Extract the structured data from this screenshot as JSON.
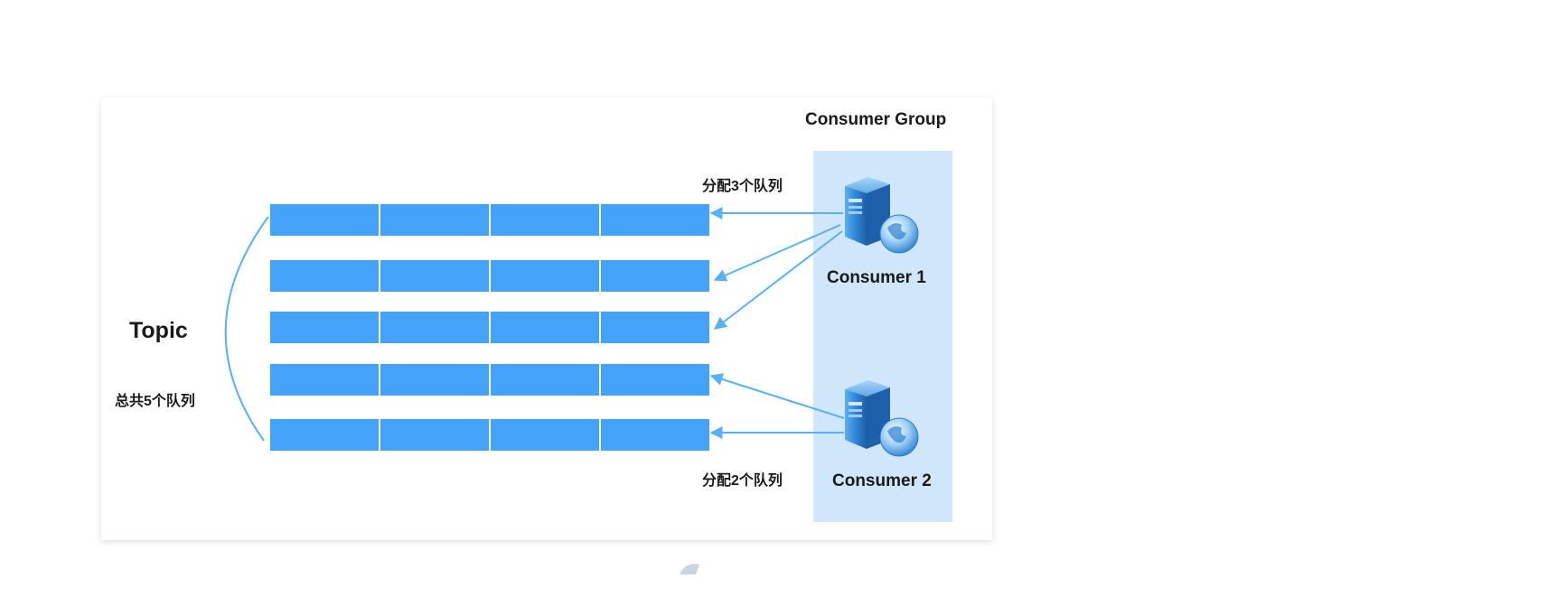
{
  "diagram": {
    "consumer_group_label": "Consumer Group",
    "topic_label": "Topic",
    "total_queues_label": "总共5个队列",
    "consumer1": {
      "name": "Consumer 1",
      "assignment": "分配3个队列"
    },
    "consumer2": {
      "name": "Consumer 2",
      "assignment": "分配2个队列"
    },
    "queues": [
      {
        "segments": 4,
        "consumer": "Consumer 1"
      },
      {
        "segments": 4,
        "consumer": "Consumer 1"
      },
      {
        "segments": 4,
        "consumer": "Consumer 1"
      },
      {
        "segments": 4,
        "consumer": "Consumer 2"
      },
      {
        "segments": 4,
        "consumer": "Consumer 2"
      }
    ],
    "colors": {
      "queue_blue": "#44a2f8",
      "group_panel": "#cfe6fb",
      "arrow": "#5ab0f5",
      "card": "#ffffff",
      "server_body": "#2f86d6"
    },
    "icons": [
      "server-icon",
      "globe-icon"
    ]
  }
}
